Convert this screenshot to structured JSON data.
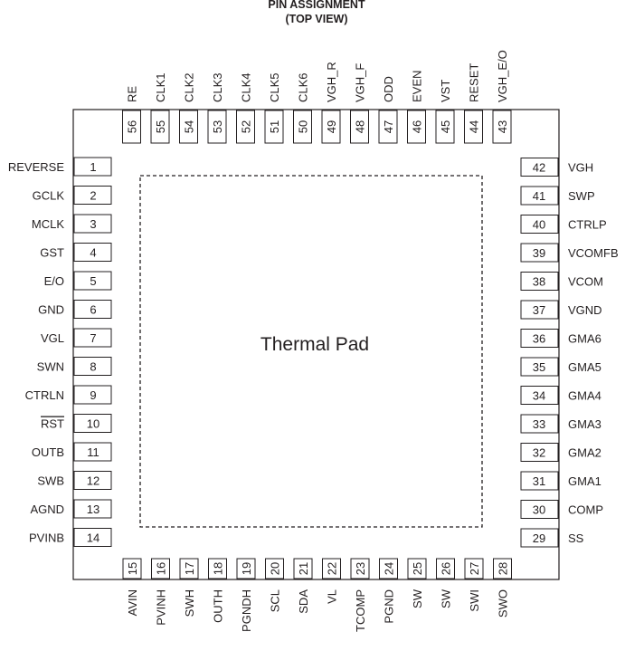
{
  "title": {
    "line1": "PIN ASSIGNMENT",
    "line2": "(TOP VIEW)"
  },
  "thermal_pad_label": "Thermal Pad",
  "pins": {
    "left": [
      {
        "num": "1",
        "name": "REVERSE"
      },
      {
        "num": "2",
        "name": "GCLK"
      },
      {
        "num": "3",
        "name": "MCLK"
      },
      {
        "num": "4",
        "name": "GST"
      },
      {
        "num": "5",
        "name": "E/O"
      },
      {
        "num": "6",
        "name": "GND"
      },
      {
        "num": "7",
        "name": "VGL"
      },
      {
        "num": "8",
        "name": "SWN"
      },
      {
        "num": "9",
        "name": "CTRLN"
      },
      {
        "num": "10",
        "name": "RST",
        "overline": true
      },
      {
        "num": "11",
        "name": "OUTB"
      },
      {
        "num": "12",
        "name": "SWB"
      },
      {
        "num": "13",
        "name": "AGND"
      },
      {
        "num": "14",
        "name": "PVINB"
      }
    ],
    "bottom": [
      {
        "num": "15",
        "name": "AVIN"
      },
      {
        "num": "16",
        "name": "PVINH"
      },
      {
        "num": "17",
        "name": "SWH"
      },
      {
        "num": "18",
        "name": "OUTH"
      },
      {
        "num": "19",
        "name": "PGNDH"
      },
      {
        "num": "20",
        "name": "SCL"
      },
      {
        "num": "21",
        "name": "SDA"
      },
      {
        "num": "22",
        "name": "VL"
      },
      {
        "num": "23",
        "name": "TCOMP"
      },
      {
        "num": "24",
        "name": "PGND"
      },
      {
        "num": "25",
        "name": "SW"
      },
      {
        "num": "26",
        "name": "SW"
      },
      {
        "num": "27",
        "name": "SWI"
      },
      {
        "num": "28",
        "name": "SWO"
      }
    ],
    "right": [
      {
        "num": "29",
        "name": "SS"
      },
      {
        "num": "30",
        "name": "COMP"
      },
      {
        "num": "31",
        "name": "GMA1"
      },
      {
        "num": "32",
        "name": "GMA2"
      },
      {
        "num": "33",
        "name": "GMA3"
      },
      {
        "num": "34",
        "name": "GMA4"
      },
      {
        "num": "35",
        "name": "GMA5"
      },
      {
        "num": "36",
        "name": "GMA6"
      },
      {
        "num": "37",
        "name": "VGND"
      },
      {
        "num": "38",
        "name": "VCOM"
      },
      {
        "num": "39",
        "name": "VCOMFB"
      },
      {
        "num": "40",
        "name": "CTRLP"
      },
      {
        "num": "41",
        "name": "SWP"
      },
      {
        "num": "42",
        "name": "VGH"
      }
    ],
    "top": [
      {
        "num": "43",
        "name": "VGH_E/O"
      },
      {
        "num": "44",
        "name": "RESET"
      },
      {
        "num": "45",
        "name": "VST"
      },
      {
        "num": "46",
        "name": "EVEN"
      },
      {
        "num": "47",
        "name": "ODD"
      },
      {
        "num": "48",
        "name": "VGH_F"
      },
      {
        "num": "49",
        "name": "VGH_R"
      },
      {
        "num": "50",
        "name": "CLK6"
      },
      {
        "num": "51",
        "name": "CLK5"
      },
      {
        "num": "52",
        "name": "CLK4"
      },
      {
        "num": "53",
        "name": "CLK3"
      },
      {
        "num": "54",
        "name": "CLK2"
      },
      {
        "num": "55",
        "name": "CLK1"
      },
      {
        "num": "56",
        "name": "RE"
      }
    ]
  }
}
